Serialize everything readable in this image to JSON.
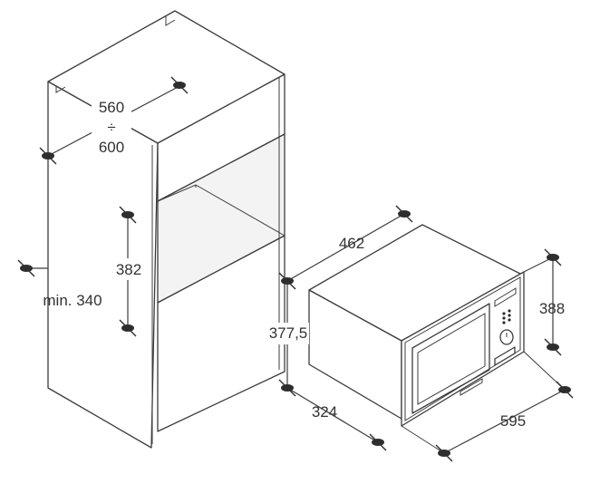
{
  "dimensions": {
    "cabinet_width_min": "560",
    "cabinet_width_divider": "÷",
    "cabinet_width_max": "600",
    "niche_height": "382",
    "cabinet_depth_min": "min. 340",
    "niche_bottom_height": "377,5",
    "oven_depth": "462",
    "oven_height": "388",
    "installation_depth": "324",
    "frame_width": "595"
  },
  "colors": {
    "line": "#3c3c3c",
    "marker": "#2e2e2e",
    "text": "#333333"
  }
}
